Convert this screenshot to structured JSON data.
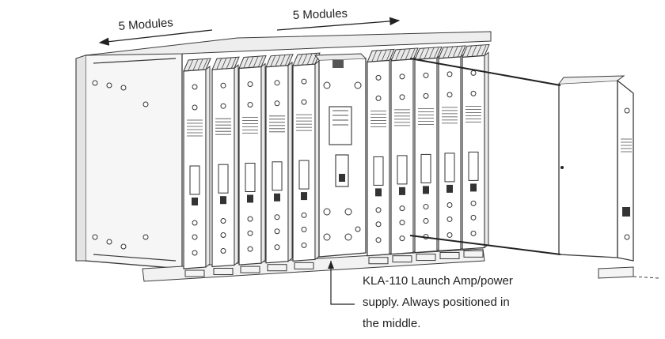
{
  "labels": {
    "left_modules": "5 Modules",
    "right_modules": "5 Modules"
  },
  "caption": {
    "line1": "KLA-110 Launch Amp/power",
    "line2": "supply. Always positioned in",
    "line3": "the middle."
  }
}
